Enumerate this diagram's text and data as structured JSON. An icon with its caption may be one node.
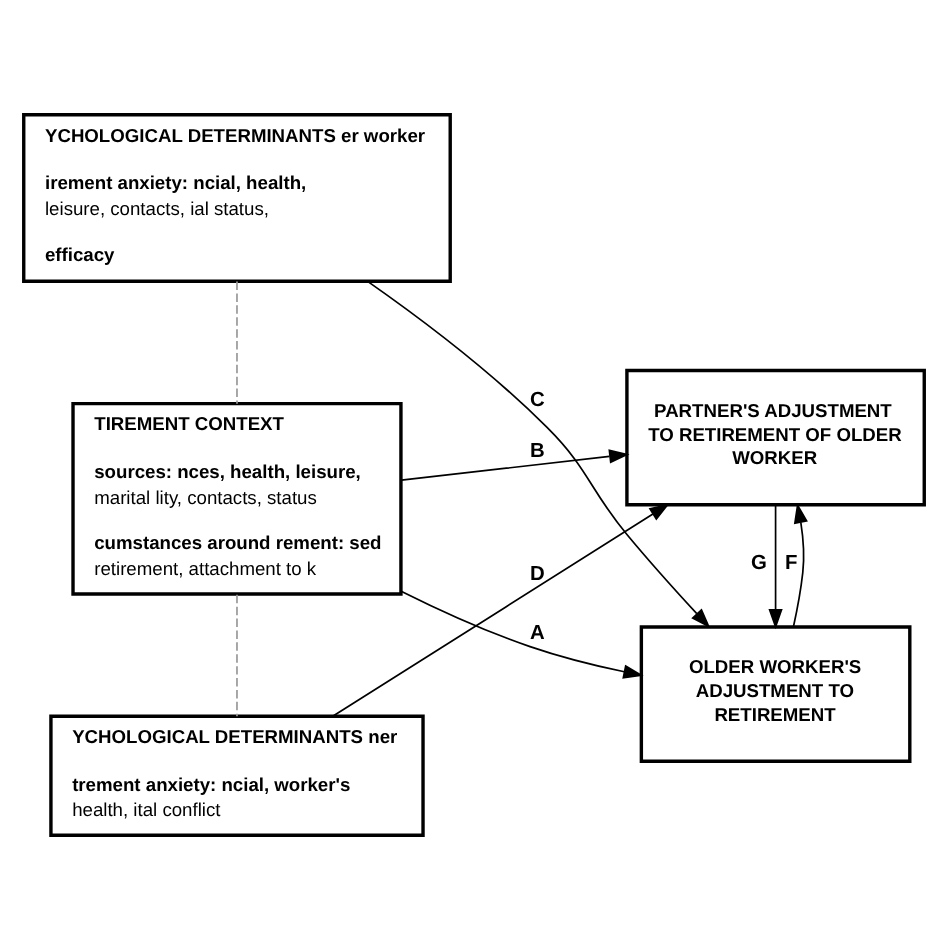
{
  "diagram": {
    "nodes": [
      {
        "text": [
          "YCHOLOGICAL DETERMINANTS er worker",
          "irement anxiety: ncial, health, leisure, contacts, ial status,",
          "efficacy"
        ]
      },
      {
        "text": [
          "TIREMENT CONTEXT",
          "sources: nces, health, leisure, marital lity, contacts, status",
          "cumstances around rement: sed retirement, attachment to k"
        ]
      },
      {
        "text": [
          "YCHOLOGICAL DETERMINANTS ner",
          "trement anxiety: ncial, worker's health, ital conflict"
        ]
      },
      {
        "text": [
          "OLDER WORKER'S ADJUSTMENT TO RETIREMENT"
        ]
      },
      {
        "text": [
          "PARTNER'S ADJUSTMENT TO RETIREMENT OF OLDER WORKER"
        ]
      }
    ],
    "edges": [
      {
        "from": 0,
        "to": 3,
        "arrow": "to",
        "label": "C"
      },
      {
        "from": 1,
        "to": 3,
        "arrow": "to",
        "label": "A"
      },
      {
        "from": 1,
        "to": 4,
        "arrow": "to",
        "label": "B"
      },
      {
        "from": 2,
        "to": 4,
        "arrow": "to",
        "label": "D"
      },
      {
        "from": 3,
        "to": 4,
        "arrow": "to",
        "label": "F"
      },
      {
        "from": 4,
        "to": 3,
        "arrow": "to",
        "label": "G"
      },
      {
        "from": 0,
        "to": 1,
        "arrow": "none",
        "style": "dashed",
        "color": "#999999"
      },
      {
        "from": 1,
        "to": 2,
        "arrow": "none",
        "style": "dashed",
        "color": "#999999"
      }
    ]
  }
}
